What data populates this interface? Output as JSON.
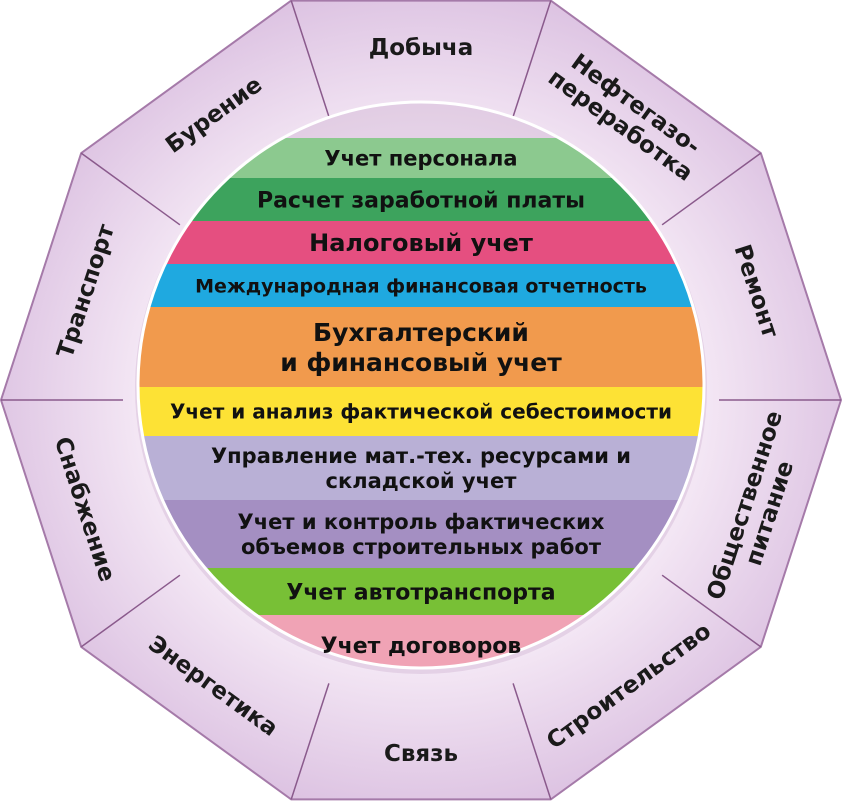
{
  "outer_segments": [
    {
      "label": "Добыча"
    },
    {
      "label": "Нефтегазо-",
      "label2": "переработка"
    },
    {
      "label": "Ремонт"
    },
    {
      "label": "Общественное",
      "label2": "питание"
    },
    {
      "label": "Строительство"
    },
    {
      "label": "Связь"
    },
    {
      "label": "Энергетика"
    },
    {
      "label": "Снабжение"
    },
    {
      "label": "Транспорт"
    },
    {
      "label": "Бурение"
    }
  ],
  "bands": [
    {
      "line1": "Учет персонала",
      "color": "#8cc98f"
    },
    {
      "line1": "Расчет заработной платы",
      "color": "#3da35d"
    },
    {
      "line1": "Налоговый  учет",
      "color": "#e54f80"
    },
    {
      "line1": "Международная финансовая отчетность",
      "color": "#1fa9e0"
    },
    {
      "line1": "Бухгалтерский",
      "line2": "и  финансовый  учет",
      "color": "#f19a4d"
    },
    {
      "line1": "Учет и анализ фактической себестоимости",
      "color": "#fde235"
    },
    {
      "line1": "Управление мат.-тех. ресурсами и",
      "line2": "складской учет",
      "color": "#b9b0d6"
    },
    {
      "line1": "Учет и контроль фактических",
      "line2": "объемов строительных работ",
      "color": "#a48fc2"
    },
    {
      "line1": "Учет  автотранспорта",
      "color": "#78c036"
    },
    {
      "line1": "Учет  договоров",
      "color": "#f0a3b5"
    }
  ],
  "colors": {
    "octagon_fill": "#e8d4ec",
    "octagon_stroke": "#a57aa9",
    "divider": "#8a5a8c"
  }
}
